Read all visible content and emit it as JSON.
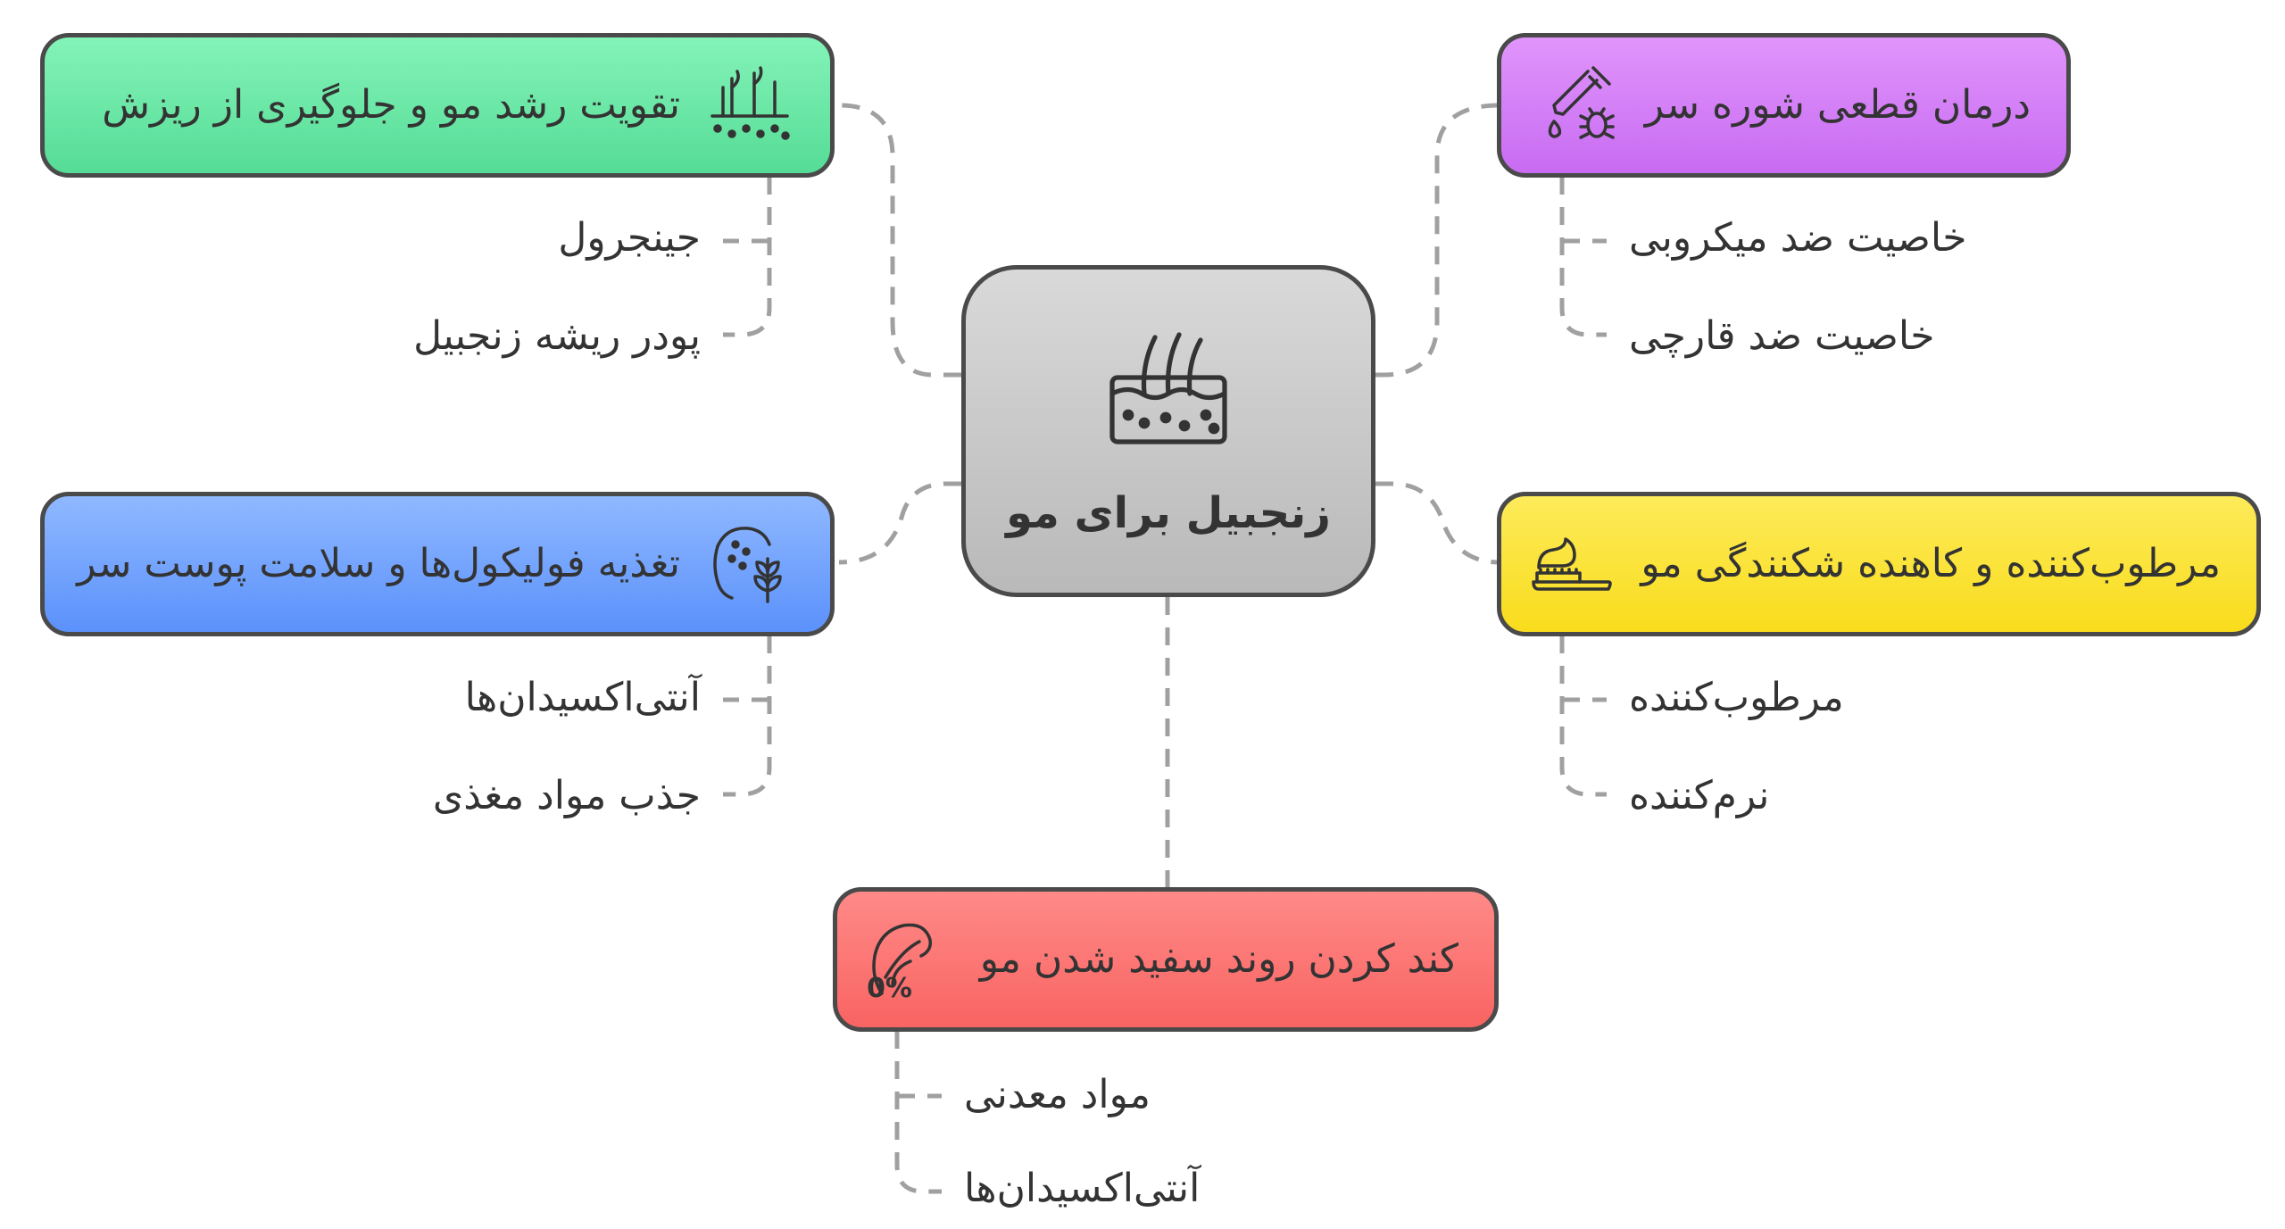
{
  "center": {
    "label": "زنجبیل برای مو",
    "icon": "scalp-hair-icon",
    "color": "#c8c8c8"
  },
  "branches": [
    {
      "id": "growth",
      "label": "تقویت رشد مو و جلوگیری از ریزش",
      "icon": "hair-growth-icon",
      "color": "#6be8a8",
      "children": [
        "جینجرول",
        "پودر ریشه زنجبیل"
      ]
    },
    {
      "id": "dandruff",
      "label": "درمان قطعی شوره سر",
      "icon": "dropper-bug-icon",
      "color": "#d57df6",
      "children": [
        "خاصیت ضد میکروبی",
        "خاصیت ضد قارچی"
      ]
    },
    {
      "id": "nutrition",
      "label": "تغذیه فولیکول‌ها و سلامت پوست سر",
      "icon": "head-leaf-icon",
      "color": "#6a9fff",
      "children": [
        "آنتی‌اکسیدان‌ها",
        "جذب مواد مغذی"
      ]
    },
    {
      "id": "moisture",
      "label": "مرطوب‌کننده و کاهنده شکنندگی مو",
      "icon": "hair-comb-icon",
      "color": "#fbe22d",
      "children": [
        "مرطوب‌کننده",
        "نرم‌کننده"
      ]
    },
    {
      "id": "graying",
      "label": "کند کردن روند سفید شدن مو",
      "icon": "gray-hair-percent-icon",
      "color": "#fb7170",
      "children": [
        "مواد معدنی",
        "آنتی‌اکسیدان‌ها"
      ]
    }
  ]
}
